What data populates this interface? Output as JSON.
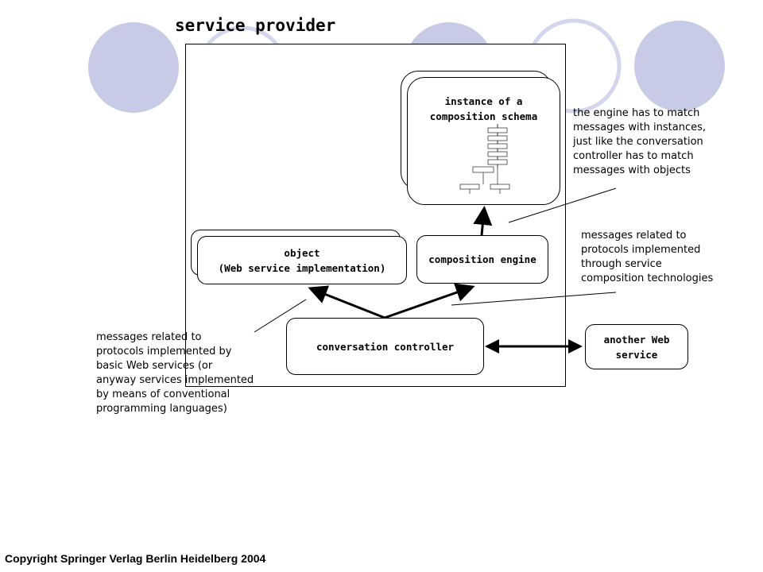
{
  "title": "service provider",
  "boxes": {
    "schema_instance": "instance of a\ncomposition schema",
    "object": "object\n(Web service implementation)",
    "composition_engine": "composition engine",
    "conversation_controller": "conversation controller",
    "another_service": "another Web\nservice"
  },
  "notes": {
    "engine_match": "the engine has to match\nmessages with instances,\njust like the conversation\ncontroller has to match\nmessages with objects",
    "composition_protocols": "messages related to\nprotocols implemented\nthrough service\ncomposition technologies",
    "basic_protocols": "messages related to\nprotocols implemented by\nbasic Web services (or\nanyway services implemented\nby means of conventional\nprogramming languages)"
  },
  "copyright": "Copyright Springer Verlag Berlin Heidelberg 2004",
  "colors": {
    "circle_fill": "#c8cbe6",
    "circle_ring": "#d3d6ec"
  }
}
